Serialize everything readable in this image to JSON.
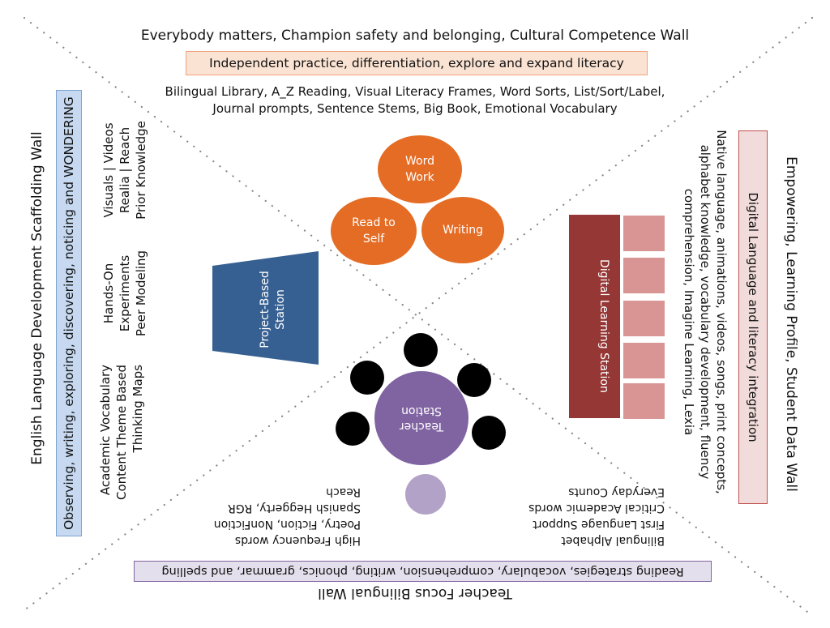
{
  "top": {
    "title": "Everybody matters, Champion safety and belonging, Cultural Competence Wall",
    "banner": "Independent practice, differentiation, explore and expand literacy",
    "list_line_1": "Bilingual Library, A_Z Reading, Visual Literacy Frames, Word Sorts, List/Sort/Label,",
    "list_line_2": "Journal prompts, Sentence Stems, Big Book, Emotional Vocabulary"
  },
  "left": {
    "title": "English Language Development Scaffolding Wall",
    "banner": "Observing, writing, exploring, discovering, noticing and WONDERING",
    "groups": [
      {
        "lines": [
          "Visuals | Videos",
          "Realia | Reach",
          "Prior Knowledge"
        ]
      },
      {
        "lines": [
          "Hands-On",
          "Experiments",
          "Peer Modeling"
        ]
      },
      {
        "lines": [
          "Academic Vocabulary",
          "Content Theme Based",
          "Thinking Maps"
        ]
      }
    ]
  },
  "right": {
    "title": "Empowering, Learning Profile, Student Data Wall",
    "banner": "Digital Language and literacy integration",
    "list_lines": [
      "Native language, animations, videos, songs, print concepts,",
      "alphabet knowledge, vocabulary development, fluency",
      "comprehension, Imagine Learning, Lexia"
    ]
  },
  "bottom": {
    "title": "Teacher Focus Bilingual Wall",
    "banner": "Reading strategies, vocabulary, comprehension, writing, phonics, grammar, and spelling",
    "left_list": [
      "High Frequency words",
      "Poetry, Fiction,  NonFiction",
      "Spanish Heggerty, RGR",
      "Reach"
    ],
    "right_list": [
      "Bilingual Alphabet",
      "First Language Support",
      "Critical Academic words",
      "Everyday Counts"
    ]
  },
  "stations": {
    "word_work": "Word Work",
    "read_to_self": "Read to Self",
    "writing": "Writing",
    "project_based": "Project-Based Station",
    "teacher": "Teacher Station",
    "digital_learning": "Digital Learning Station"
  },
  "colors": {
    "orange": "#e46c24",
    "blue_station": "#376092",
    "purple_station": "#8064a2",
    "lilac": "#b3a2c7",
    "maroon_station": "#953735",
    "pink_slot": "#d99594",
    "blue_banner": "#c6d9f1",
    "pink_banner": "#f2dcdb",
    "peach_banner": "#fbe3d3",
    "lavender_banner": "#e4dfec"
  }
}
